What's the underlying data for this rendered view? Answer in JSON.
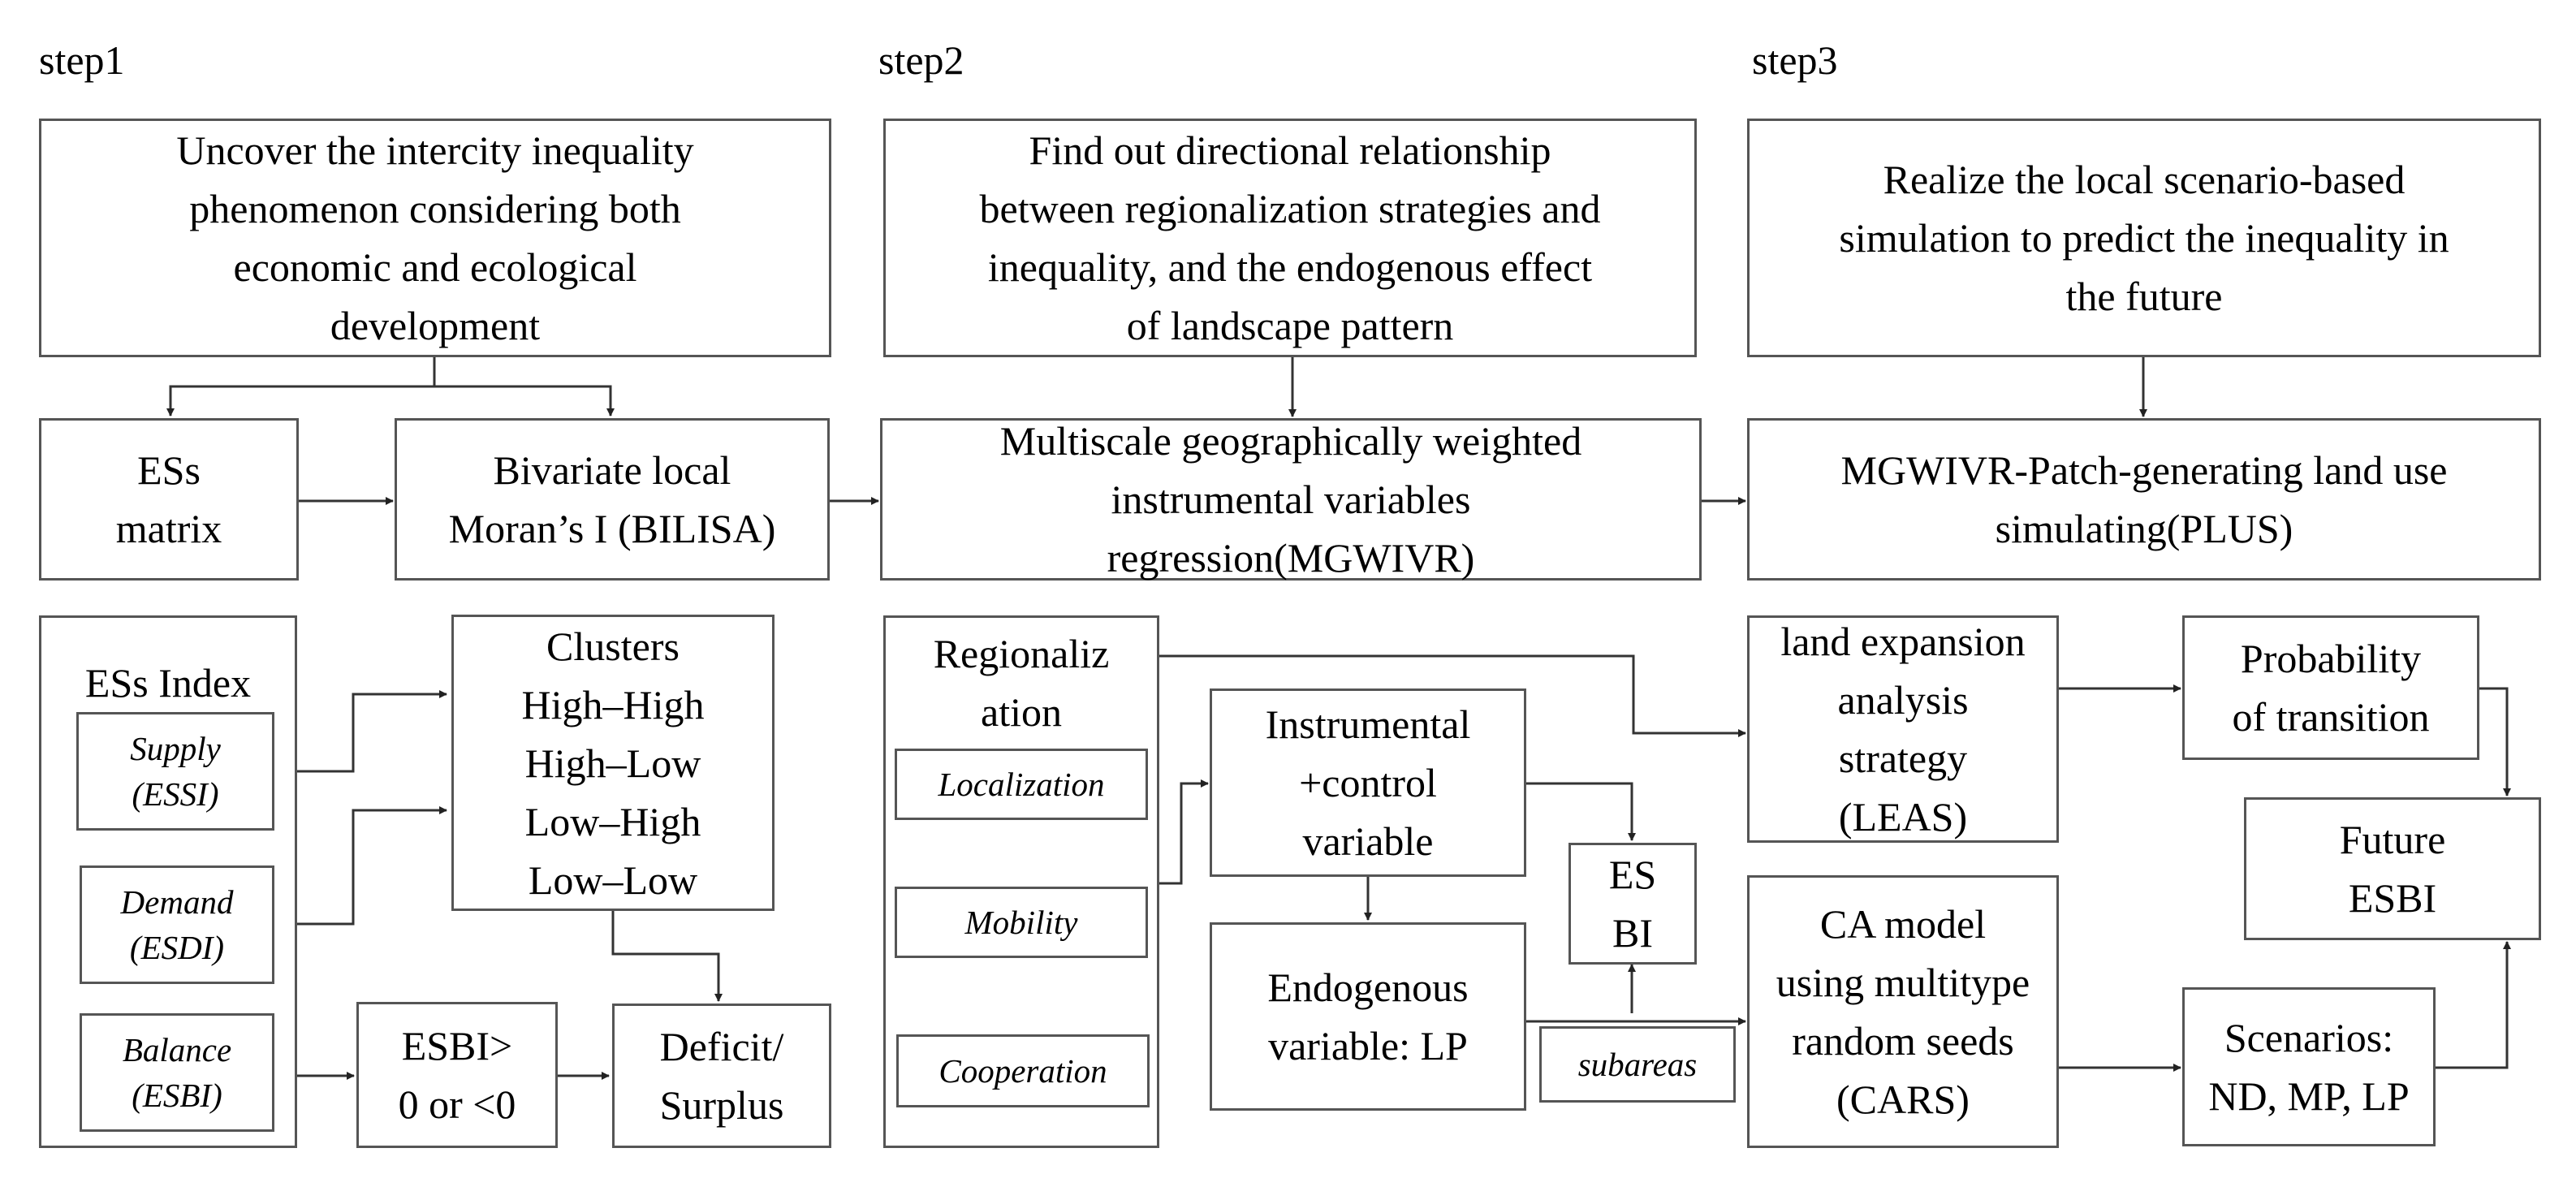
{
  "steps": {
    "step1": "step1",
    "step2": "step2",
    "step3": "step3"
  },
  "row1": {
    "step1_goal": "Uncover the intercity inequality\nphenomenon considering both\neconomic and ecological\ndevelopment",
    "step2_goal": "Find out directional relationship\nbetween regionalization strategies and\ninequality, and the endogenous effect\nof landscape pattern",
    "step3_goal": "Realize the local scenario-based\nsimulation to predict the inequality in\nthe future"
  },
  "row2": {
    "ess_matrix": "ESs\nmatrix",
    "bilisa": "Bivariate local\nMoran’s I (BILISA)",
    "mgwivr": "Multiscale geographically weighted\ninstrumental variables\nregression(MGWIVR)",
    "mgwivr_plus": "MGWIVR-Patch-generating land use\nsimulating(PLUS)"
  },
  "step1_detail": {
    "ess_index": {
      "title": "ESs Index",
      "supply": "Supply\n(ESSI)",
      "demand": "Demand\n(ESDI)",
      "balance": "Balance\n(ESBI)"
    },
    "clusters": "Clusters\nHigh–High\nHigh–Low\nLow–High\nLow–Low",
    "esbi_sign": "ESBI>\n0 or <0",
    "deficit_surplus": "Deficit/\nSurplus"
  },
  "step2_detail": {
    "regionalization": {
      "title": "Regionaliz\nation",
      "localization": "Localization",
      "mobility": "Mobility",
      "cooperation": "Cooperation"
    },
    "instrumental": "Instrumental\n+control\nvariable",
    "endogenous": "Endogenous\nvariable: LP",
    "esbi": "ES\nBI",
    "subareas": "subareas"
  },
  "step3_detail": {
    "leas": "land expansion\nanalysis\nstrategy\n(LEAS)",
    "probability": "Probability\nof transition",
    "cars": "CA model\nusing multitype\nrandom seeds\n(CARS)",
    "future_esbi": "Future\nESBI",
    "scenarios": "Scenarios:\nND, MP, LP"
  },
  "colors": {
    "border": "#555555",
    "line": "#333333"
  }
}
